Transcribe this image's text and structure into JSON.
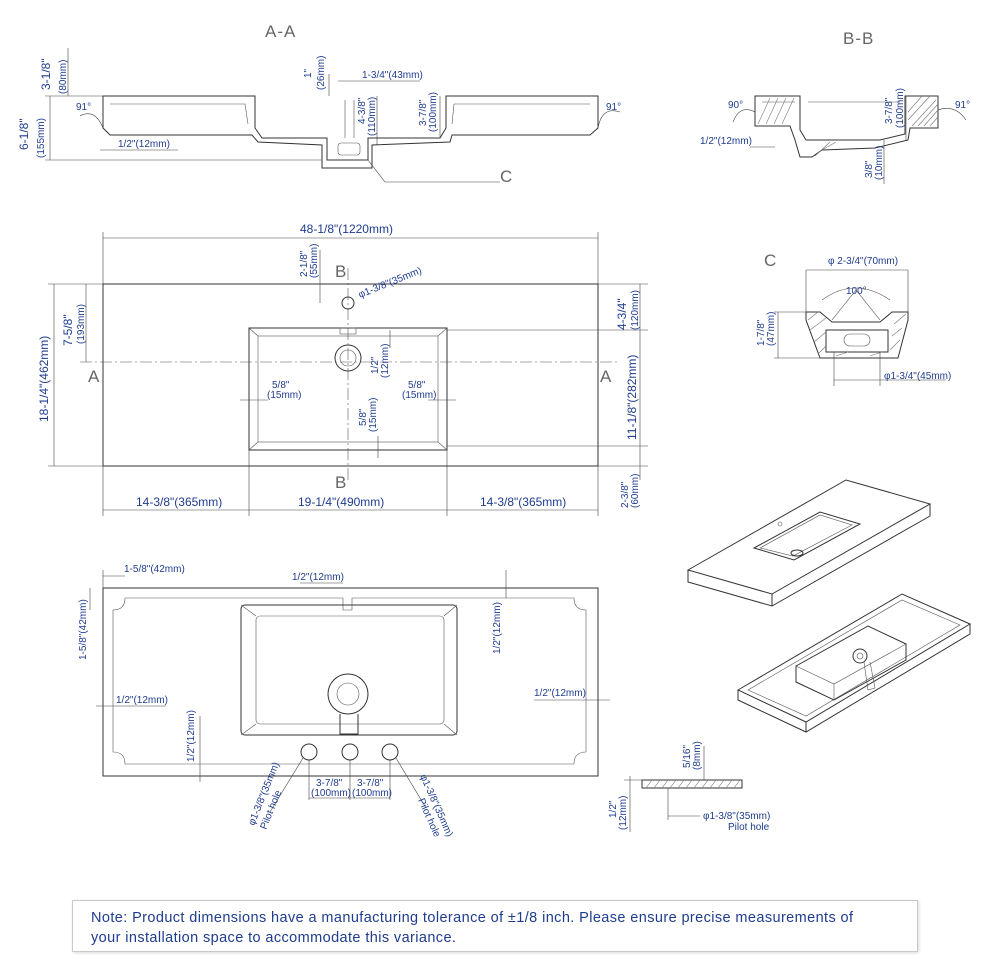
{
  "sections": {
    "aa": "A-A",
    "bb": "B-B",
    "c": "C",
    "b": "B",
    "a": "A"
  },
  "labels": {
    "aa_callout_c": "C",
    "aa_3_1_8": "3-1/8\"",
    "aa_80": "(80mm)",
    "aa_6_1_8": "6-1/8\"",
    "aa_155": "(155mm)",
    "aa_1": "1\"",
    "aa_26": "(26mm)",
    "aa_1_3_4": "1-3/4\"(43mm)",
    "aa_4_3_8": "4-3/8\"",
    "aa_110": "(110mm)",
    "aa_3_7_8": "3-7/8\"",
    "aa_100": "(100mm)",
    "aa_half": "1/2\"(12mm)",
    "aa_deg_l": "91°",
    "aa_deg_r": "91°",
    "bb_deg_l": "90°",
    "bb_deg_r": "91°",
    "bb_half": "1/2\"(12mm)",
    "bb_3_7_8": "3-7/8\"",
    "bb_100": "(100mm)",
    "bb_3_8": "3/8\"",
    "bb_10": "(10mm)",
    "top_width": "48-1/8\"(1220mm)",
    "top_2_1_8": "2-1/8\"",
    "top_55": "(55mm)",
    "top_hole": "φ1-3/8\"(35mm)",
    "top_7_5_8": "7-5/8\"",
    "top_193": "(193mm)",
    "top_18_1_4": "18-1/4\"(462mm)",
    "top_4_3_4": "4-3/4\"",
    "top_120": "(120mm)",
    "top_11_1_8": "11-1/8\"(282mm)",
    "top_2_3_8": "2-3/8\"",
    "top_60": "(60mm)",
    "top_half": "1/2\"",
    "top_12": "(12mm)",
    "top_5_8_l": "5/8\"",
    "top_15_l": "(15mm)",
    "top_5_8_r": "5/8\"",
    "top_15_r": "(15mm)",
    "top_5_8_b": "5/8\"",
    "top_15_b": "(15mm)",
    "bot_left": "14-3/8\"(365mm)",
    "bot_mid": "19-1/4\"(490mm)",
    "bot_right": "14-3/8\"(365mm)",
    "c_diam_top": "φ 2-3/4\"(70mm)",
    "c_angle": "100°",
    "c_1_7_8": "1-7/8\"",
    "c_47": "(47mm)",
    "c_diam_bot": "φ1-3/4\"(45mm)",
    "und_1_5_8_top": "1-5/8\"(42mm)",
    "und_half_top": "1/2\"(12mm)",
    "und_1_5_8_left": "1-5/8\"(42mm)",
    "und_half_right_v": "1/2\"(12mm)",
    "und_half_left": "1/2\"(12mm)",
    "und_half_right": "1/2\"(12mm)",
    "und_half_left_v": "1/2\"(12mm)",
    "und_3_7_8_a": "3-7/8\"",
    "und_100_a": "(100mm)",
    "und_3_7_8_b": "3-7/8\"",
    "und_100_b": "(100mm)",
    "und_pilot_l": "φ1-3/8\"(35mm)",
    "und_pilot_l2": "Pilot hole",
    "und_pilot_r": "φ1-3/8\"(35mm)",
    "und_pilot_r2": "Pilot hole",
    "pd_5_16": "5/16\"",
    "pd_8": "(8mm)",
    "pd_half": "1/2\"",
    "pd_12": "(12mm)",
    "pd_diam": "φ1-3/8\"(35mm)",
    "pd_pilot": "Pilot hole"
  },
  "note": {
    "line1": "Note: Product dimensions have a manufacturing tolerance of ±1/8 inch. Please ensure precise measurements of",
    "line2": "your installation space to accommodate this variance."
  },
  "colors": {
    "dimension_text": "#1f3c8f",
    "line": "#333333"
  }
}
